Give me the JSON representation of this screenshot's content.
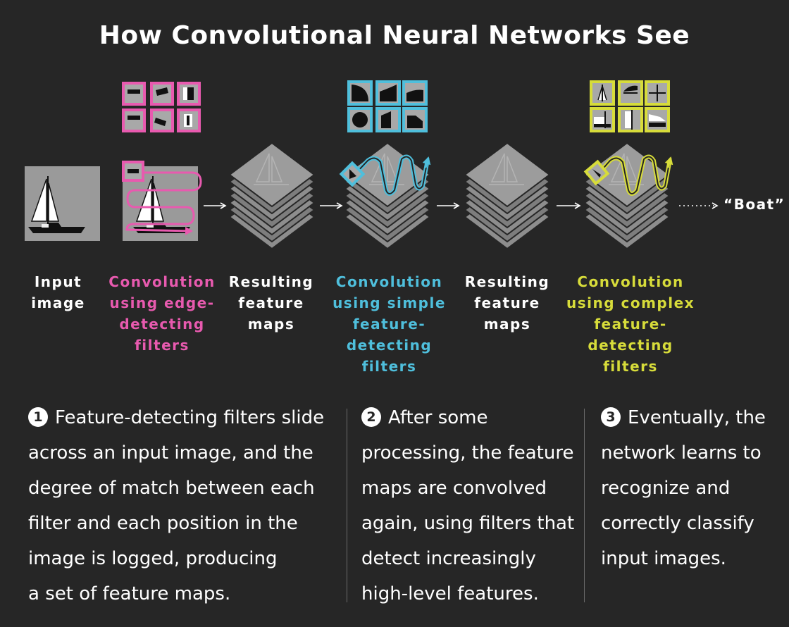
{
  "title": "How Convolutional Neural Networks See",
  "colors": {
    "background": "#262626",
    "edge_filters": "#e85aaf",
    "simple_filters": "#4fbfdc",
    "complex_filters": "#d7dc3a",
    "text": "#ffffff"
  },
  "captions": {
    "input": "Input\nimage",
    "conv1": "Convolution\nusing edge-\ndetecting\nfilters",
    "maps1": "Resulting\nfeature\nmaps",
    "conv2": "Convolution\nusing simple\nfeature-\ndetecting\nfilters",
    "maps2": "Resulting\nfeature\nmaps",
    "conv3": "Convolution\nusing complex\nfeature-\ndetecting\nfilters"
  },
  "output_label": "“Boat”",
  "steps": [
    {
      "number": "1",
      "text": "Feature-detecting filters slide\nacross an input image, and the\ndegree of match between each\nfilter and each position in the\nimage is logged, producing\na set of feature maps."
    },
    {
      "number": "2",
      "text": "After some\nprocessing, the feature\nmaps are convolved\nagain, using filters that\ndetect increasingly\nhigh-level features."
    },
    {
      "number": "3",
      "text": "Eventually, the\nnetwork learns to\nrecognize and\ncorrectly classify\ninput images."
    }
  ]
}
